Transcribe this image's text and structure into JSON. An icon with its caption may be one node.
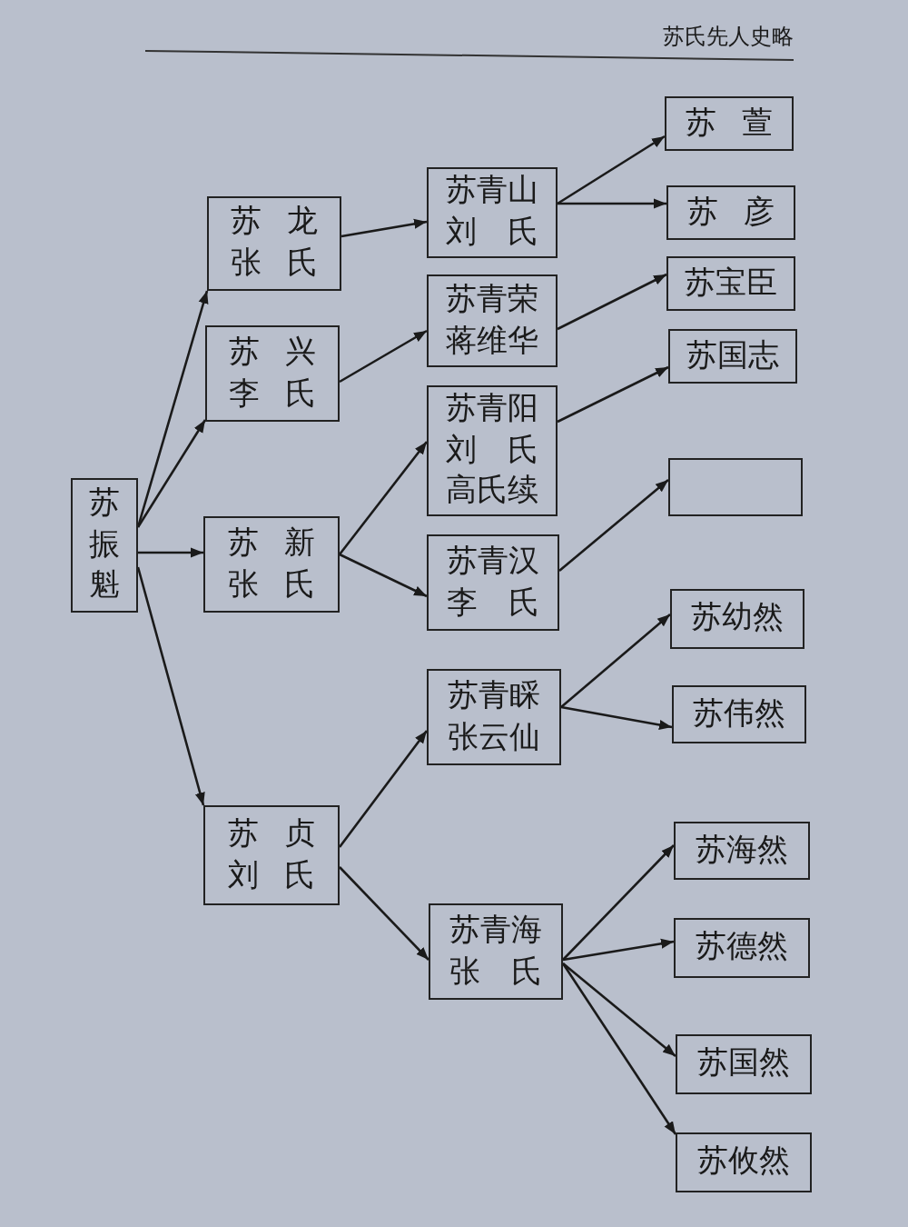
{
  "diagram": {
    "title": "苏氏先人史略",
    "nodes": [
      {
        "text": [
          "苏振魁"
        ]
      },
      {
        "text": [
          "苏龙张氏"
        ]
      },
      {
        "text": [
          "苏兴李氏"
        ]
      },
      {
        "text": [
          "苏新张氏"
        ]
      },
      {
        "text": [
          "苏贞刘氏"
        ]
      },
      {
        "text": [
          "苏青山刘氏"
        ]
      },
      {
        "text": [
          "苏青荣蒋维华"
        ]
      },
      {
        "text": [
          "苏青阳刘氏高氏续"
        ]
      },
      {
        "text": [
          "苏青汉李氏"
        ]
      },
      {
        "text": [
          "苏青睬张云仙"
        ]
      },
      {
        "text": [
          "苏青海张氏"
        ]
      },
      {
        "text": [
          "苏萱"
        ]
      },
      {
        "text": [
          "苏彦"
        ]
      },
      {
        "text": [
          "苏宝臣"
        ]
      },
      {
        "text": [
          "苏国志"
        ]
      },
      {
        "text": [],
        "shape": "box"
      },
      {
        "text": [
          "苏幼然"
        ]
      },
      {
        "text": [
          "苏伟然"
        ]
      },
      {
        "text": [
          "苏海然"
        ]
      },
      {
        "text": [
          "苏德然"
        ]
      },
      {
        "text": [
          "苏国然"
        ]
      },
      {
        "text": [
          "苏攸然"
        ]
      }
    ],
    "edges": [
      {
        "from": 0,
        "to": 1,
        "arrow": "to"
      },
      {
        "from": 0,
        "to": 2,
        "arrow": "to"
      },
      {
        "from": 0,
        "to": 3,
        "arrow": "to"
      },
      {
        "from": 0,
        "to": 4,
        "arrow": "to"
      },
      {
        "from": 1,
        "to": 5,
        "arrow": "to"
      },
      {
        "from": 2,
        "to": 6,
        "arrow": "to"
      },
      {
        "from": 3,
        "to": 7,
        "arrow": "to"
      },
      {
        "from": 3,
        "to": 8,
        "arrow": "to"
      },
      {
        "from": 4,
        "to": 9,
        "arrow": "to"
      },
      {
        "from": 4,
        "to": 10,
        "arrow": "to"
      },
      {
        "from": 5,
        "to": 11,
        "arrow": "to"
      },
      {
        "from": 5,
        "to": 12,
        "arrow": "to"
      },
      {
        "from": 6,
        "to": 13,
        "arrow": "to"
      },
      {
        "from": 7,
        "to": 14,
        "arrow": "to"
      },
      {
        "from": 8,
        "to": 15,
        "arrow": "to"
      },
      {
        "from": 9,
        "to": 16,
        "arrow": "to"
      },
      {
        "from": 9,
        "to": 17,
        "arrow": "to"
      },
      {
        "from": 10,
        "to": 18,
        "arrow": "to"
      },
      {
        "from": 10,
        "to": 19,
        "arrow": "to"
      },
      {
        "from": 10,
        "to": 20,
        "arrow": "to"
      },
      {
        "from": 10,
        "to": 21,
        "arrow": "to"
      }
    ]
  }
}
